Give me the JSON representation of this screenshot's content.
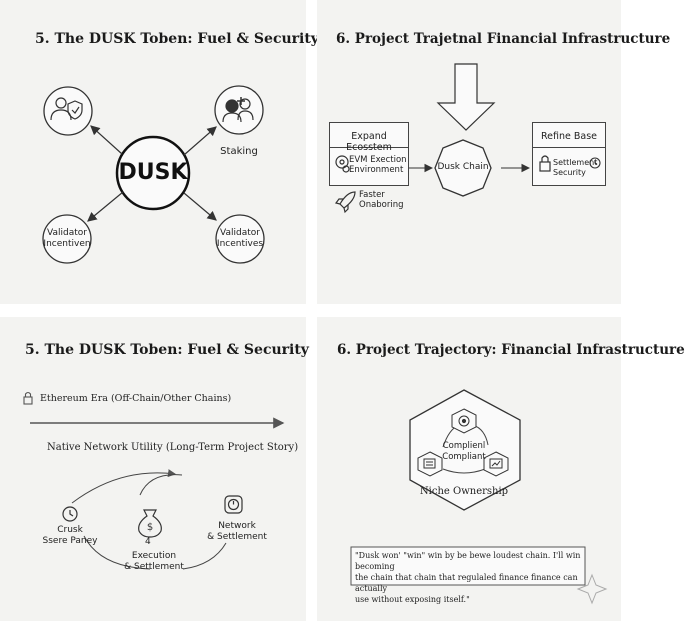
{
  "panel1": {
    "title": "5. The DUSK Toben: Fuel & Security",
    "center": "DUSK",
    "staking": "Staking",
    "validator_left": [
      "Validator",
      "Incentiven"
    ],
    "validator_right": [
      "Validator",
      "Incentives"
    ]
  },
  "panel2": {
    "title": "6. Project Trajetnal Financial Infrastructure",
    "expand_title": "Expand Ecosstem",
    "evm": [
      "EVM Exection",
      "Environment"
    ],
    "chain": "Dusk Chain",
    "faster": [
      "Faster",
      "Onaboring"
    ],
    "refine_title": "Refine Base",
    "settlement": [
      "Settlement",
      "Security"
    ]
  },
  "panel3": {
    "title": "5. The DUSK Toben: Fuel & Security",
    "ethereum": "Ethereum Era (Off-Chain/Other Chains)",
    "native": "Native Network Utility (Long-Term Project Story)",
    "left_node": [
      "Crusk",
      "Ssere Paney"
    ],
    "mid_node": [
      "Execution",
      "& Settlement"
    ],
    "mid_mark": "4",
    "right_node": [
      "Network",
      "& Settlement"
    ]
  },
  "panel4": {
    "title": "6. Project Trajectory: Financial Infrastructure",
    "compliant": [
      "Complienl",
      "Compliant"
    ],
    "niche": "Niche Ownership",
    "quote": [
      "\"Dusk won' \"win\" win by be bewe loudest chain. I'll win becoming",
      "the chain that chain that regulaled finance finance can actually",
      "use without exposing itself.\""
    ]
  }
}
